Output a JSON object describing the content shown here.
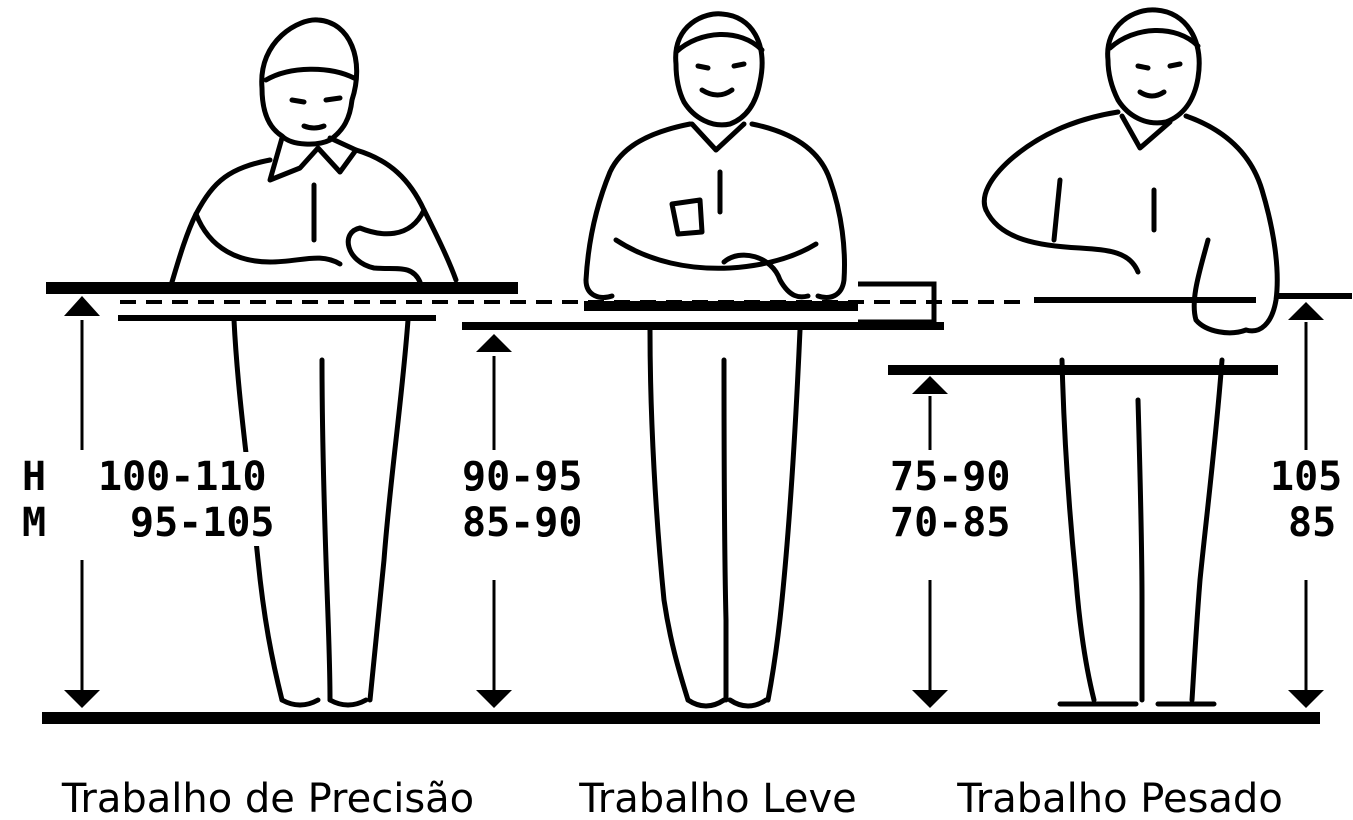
{
  "row_labels": {
    "men": "H",
    "women": "M"
  },
  "columns": [
    {
      "caption": "Trabalho de Precisão",
      "men": "100-110",
      "women": "95-105"
    },
    {
      "caption": "Trabalho Leve",
      "men": "90-95",
      "women": "85-90"
    },
    {
      "caption": "Trabalho Pesado",
      "men": "75-90",
      "women": "70-85"
    }
  ],
  "right_scale": {
    "men": "105",
    "women": "85"
  },
  "icons": [
    "worker-precision-figure",
    "worker-light-figure",
    "worker-heavy-figure",
    "arrow-up-icon",
    "arrow-down-icon"
  ]
}
